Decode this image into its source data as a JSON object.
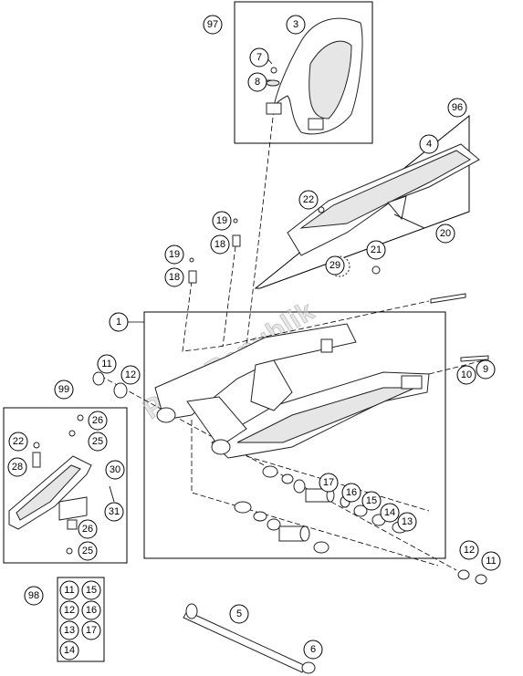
{
  "watermark": "PartsRepublik",
  "callouts": {
    "c1": "1",
    "c3": "3",
    "c4": "4",
    "c5": "5",
    "c6": "6",
    "c7": "7",
    "c8": "8",
    "c9": "9",
    "c10": "10",
    "c11a": "11",
    "c11b": "11",
    "c12a": "12",
    "c12b": "12",
    "c13": "13",
    "c14": "14",
    "c15": "15",
    "c16": "16",
    "c17": "17",
    "c18a": "18",
    "c18b": "18",
    "c19a": "19",
    "c19b": "19",
    "c20": "20",
    "c21": "21",
    "c22a": "22",
    "c22b": "22",
    "c25a": "25",
    "c25b": "25",
    "c26a": "26",
    "c26b": "26",
    "c28": "28",
    "c29": "29",
    "c30": "30",
    "c31": "31",
    "c96": "96",
    "c97": "97",
    "c98": "98",
    "c99": "99"
  },
  "kit98": [
    "11",
    "15",
    "12",
    "16",
    "13",
    "17",
    "14"
  ]
}
